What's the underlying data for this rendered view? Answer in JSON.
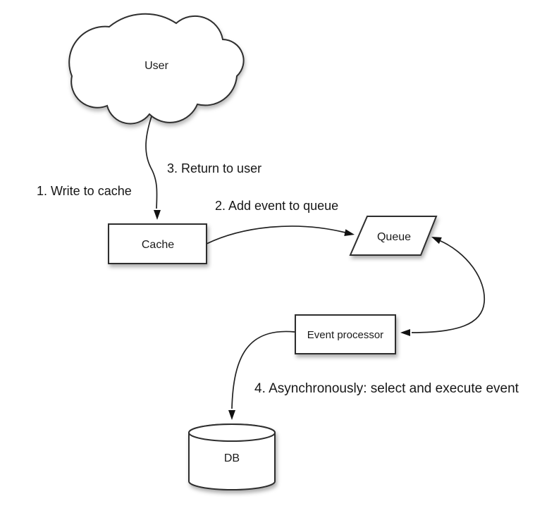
{
  "diagram": {
    "nodes": {
      "user": {
        "label": "User",
        "shape": "cloud"
      },
      "cache": {
        "label": "Cache",
        "shape": "rectangle"
      },
      "queue": {
        "label": "Queue",
        "shape": "parallelogram"
      },
      "event_processor": {
        "label": "Event processor",
        "shape": "rectangle"
      },
      "db": {
        "label": "DB",
        "shape": "cylinder"
      }
    },
    "edges": {
      "write_to_cache": {
        "label": "1. Write to cache",
        "from": "User",
        "to": "Cache"
      },
      "add_event_to_queue": {
        "label": "2. Add event to queue",
        "from": "Cache",
        "to": "Queue"
      },
      "return_to_user": {
        "label": "3. Return to user",
        "from": "Cache",
        "to": "User"
      },
      "queue_processor_link": {
        "label": "",
        "from": "Queue",
        "to": "Event processor"
      },
      "async_execute": {
        "label": "4. Asynchronously: select and execute event",
        "from": "Event processor",
        "to": "DB"
      }
    },
    "colors": {
      "background": "#ffffff",
      "shape_fill": "#ffffff",
      "stroke": "#2e2e2e",
      "text": "#1a1a1a",
      "arrow": "#111111"
    }
  }
}
